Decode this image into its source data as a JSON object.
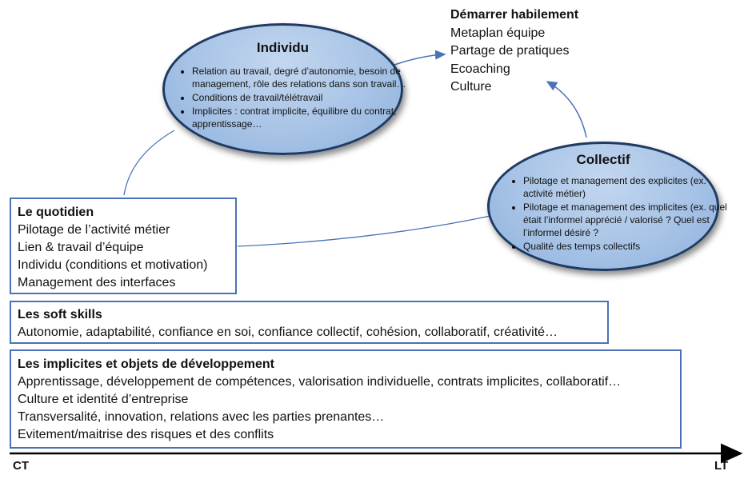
{
  "start": {
    "title": "Démarrer habilement",
    "items": [
      "Metaplan équipe",
      "Partage de pratiques",
      "Ecoaching",
      "Culture"
    ]
  },
  "individu": {
    "title": "Individu",
    "items": [
      "Relation au travail,  degré d’autonomie, besoin de management, rôle des relations dans son travail…",
      "Conditions de travail/télétravail",
      "Implicites : contrat implicite, équilibre du contrat, apprentissage…"
    ]
  },
  "collectif": {
    "title": "Collectif",
    "items": [
      "Pilotage et management des explicites (ex. activité métier)",
      "Pilotage et management des implicites (ex. quel était l’informel apprécié / valorisé ? Quel est l’informel désiré ?",
      "Qualité des temps collectifs"
    ]
  },
  "quotidien": {
    "title": "Le quotidien",
    "lines": [
      "Pilotage de l’activité métier",
      "Lien & travail d’équipe",
      "Individu (conditions et motivation)",
      "Management des interfaces"
    ]
  },
  "soft_skills": {
    "title": "Les soft skills",
    "lines": [
      "Autonomie, adaptabilité, confiance en soi, confiance collectif, cohésion, collaboratif, créativité…"
    ]
  },
  "implicites": {
    "title": "Les implicites et objets de développement",
    "lines": [
      "Apprentissage, développement de compétences, valorisation individuelle, contrats implicites, collaboratif…",
      "Culture et identité d’entreprise",
      "Transversalité, innovation, relations avec les parties prenantes…",
      "Evitement/maitrise des risques et des conflits"
    ]
  },
  "axis": {
    "start_label": "CT",
    "end_label": "LT"
  },
  "colors": {
    "ellipse_fill": "#a7c3e6",
    "ellipse_border": "#1f3b63",
    "box_border": "#4a72b8",
    "connector": "#4a72b8"
  }
}
